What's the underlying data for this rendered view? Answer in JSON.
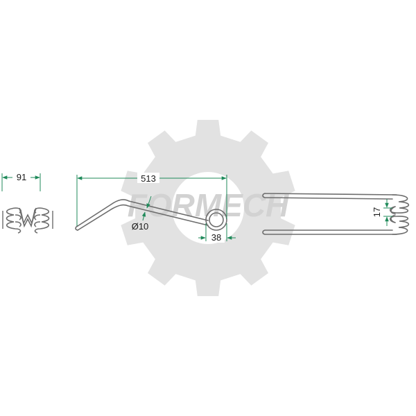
{
  "watermark": {
    "text": "FORMECH",
    "gear_color": "#e2e2e2",
    "text_color": "#d2d2d2"
  },
  "colors": {
    "part_stroke": "#6d6d6d",
    "dimension": "#1f8a5a",
    "text": "#1a1a1a"
  },
  "dimensions": {
    "coil_width": "91",
    "total_length": "513",
    "wire_diameter": "Ø10",
    "coil_offset": "38",
    "coil_gap": "17"
  }
}
